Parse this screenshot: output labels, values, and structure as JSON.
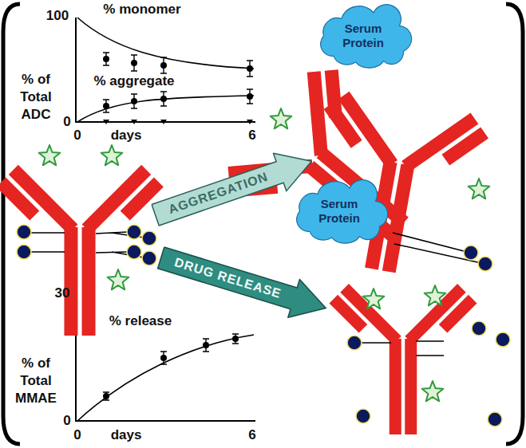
{
  "diagram": {
    "nodes": [
      {
        "text": [
          "Serum Protein"
        ]
      },
      {
        "text": [
          "AGGREGATION"
        ]
      },
      {
        "text": [
          "Serum Protein"
        ]
      },
      {
        "text": [
          "DRUG RELEASE"
        ]
      }
    ],
    "labels": [
      "100",
      "% monomer",
      "% of Total ADC",
      "% aggregate",
      "0",
      "0",
      "days",
      "6",
      "30",
      "% release",
      "% of Total MMAE",
      "0",
      "0",
      "days",
      "6"
    ]
  }
}
